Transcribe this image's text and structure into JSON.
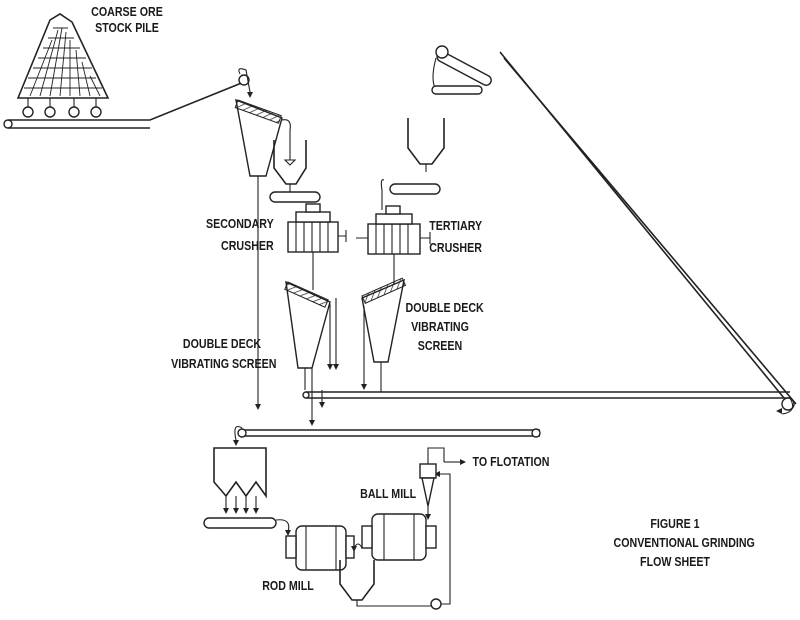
{
  "labels": {
    "stockpile": [
      "COARSE ORE",
      "STOCK PILE"
    ],
    "secondary_crusher": [
      "SECONDARY",
      "CRUSHER"
    ],
    "tertiary_crusher": [
      "TERTIARY",
      "CRUSHER"
    ],
    "screen_left": [
      "DOUBLE DECK",
      "VIBRATING SCREEN"
    ],
    "screen_right": [
      "DOUBLE DECK",
      "VIBRATING",
      "SCREEN"
    ],
    "to_flotation": "TO FLOTATION",
    "ball_mill": "BALL MILL",
    "rod_mill": "ROD MILL",
    "figure": [
      "FIGURE 1",
      "CONVENTIONAL GRINDING",
      "FLOW SHEET"
    ]
  }
}
